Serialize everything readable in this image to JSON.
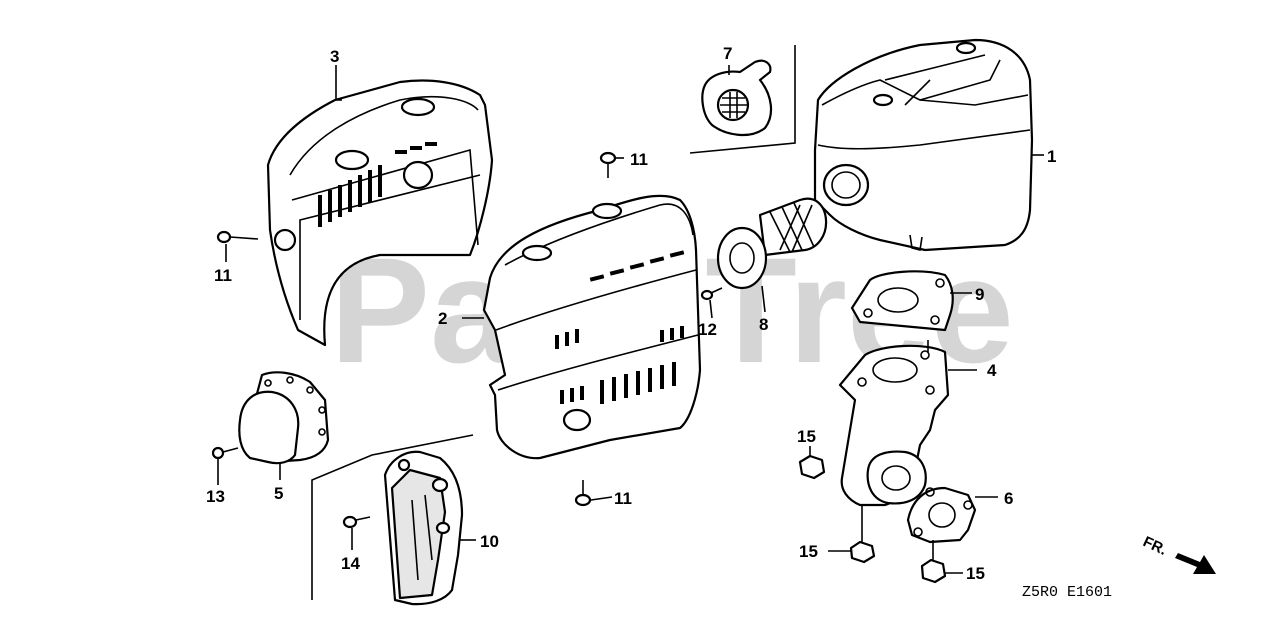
{
  "watermark": "PartsTree",
  "diagram_code": "Z5R0  E1601",
  "direction_label": "FR.",
  "callouts": {
    "c1": "1",
    "c2": "2",
    "c3": "3",
    "c4": "4",
    "c5": "5",
    "c6": "6",
    "c7": "7",
    "c8": "8",
    "c9": "9",
    "c10": "10",
    "c11a": "11",
    "c11b": "11",
    "c11c": "11",
    "c12": "12",
    "c13": "13",
    "c14": "14",
    "c15a": "15",
    "c15b": "15",
    "c15c": "15"
  }
}
